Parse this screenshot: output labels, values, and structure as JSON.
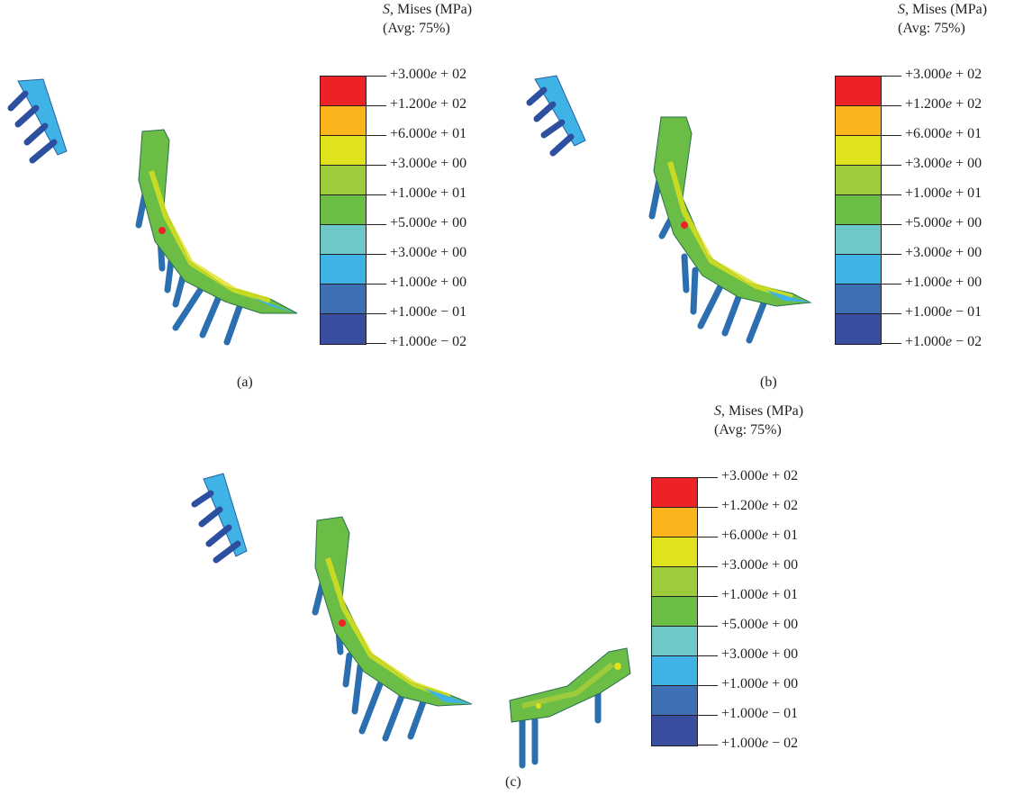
{
  "panels": [
    {
      "caption": "(a)"
    },
    {
      "caption": "(b)"
    },
    {
      "caption": "(c)"
    }
  ],
  "legend": {
    "title_var": "S",
    "title_rest": ", Mises (MPa)",
    "subtitle": "(Avg: 75%)",
    "colors": [
      "#ec2227",
      "#f9b51b",
      "#dfe21d",
      "#9dcb3c",
      "#6cbd45",
      "#6ec8c8",
      "#3fb3e6",
      "#3f6fb5",
      "#3a4ea0"
    ],
    "labels": [
      {
        "a": "+3.000",
        "e": "e",
        "b": " + 02"
      },
      {
        "a": "+1.200",
        "e": "e",
        "b": " + 02"
      },
      {
        "a": "+6.000",
        "e": "e",
        "b": " + 01"
      },
      {
        "a": "+3.000",
        "e": "e",
        "b": " + 00"
      },
      {
        "a": "+1.000",
        "e": "e",
        "b": " + 01"
      },
      {
        "a": "+5.000",
        "e": "e",
        "b": " + 00"
      },
      {
        "a": "+3.000",
        "e": "e",
        "b": " + 00"
      },
      {
        "a": "+1.000",
        "e": "e",
        "b": " + 00"
      },
      {
        "a": "+1.000",
        "e": "e",
        "b": " − 01"
      },
      {
        "a": "+1.000",
        "e": "e",
        "b": " − 02"
      }
    ]
  }
}
